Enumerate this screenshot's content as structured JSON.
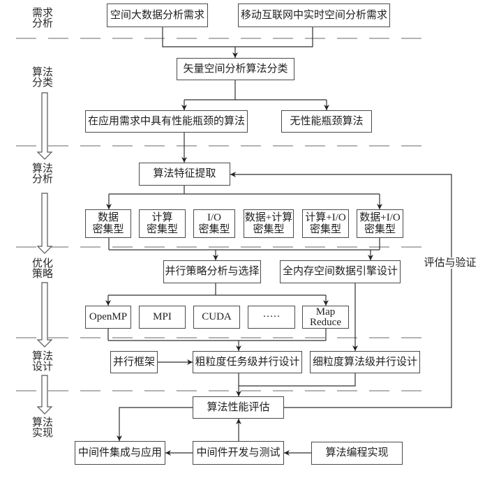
{
  "stages": [
    {
      "line1": "需求",
      "line2": "分析"
    },
    {
      "line1": "算法",
      "line2": "分类"
    },
    {
      "line1": "算法",
      "line2": "分析"
    },
    {
      "line1": "优化",
      "line2": "策略"
    },
    {
      "line1": "算法",
      "line2": "设计"
    },
    {
      "line1": "算法",
      "line2": "实现"
    }
  ],
  "requirements": {
    "spatial_big_data": "空间大数据分析需求",
    "mobile_internet": "移动互联网中实时空间分析需求"
  },
  "classification": {
    "title": "矢量空间分析算法分类",
    "bottleneck": "在应用需求中具有性能瓶颈的算法",
    "no_bottleneck": "无性能瓶颈算法"
  },
  "analysis": {
    "feature_extraction": "算法特征提取",
    "types": [
      {
        "line1": "数据",
        "line2": "密集型"
      },
      {
        "line1": "计算",
        "line2": "密集型"
      },
      {
        "line1": "I/O",
        "line2": "密集型"
      },
      {
        "line1": "数据+计算",
        "line2": "密集型"
      },
      {
        "line1": "计算+I/O",
        "line2": "密集型"
      },
      {
        "line1": "数据+I/O",
        "line2": "密集型"
      }
    ]
  },
  "optimization": {
    "parallel_strategy": "并行策略分析与选择",
    "in_memory_engine": "全内存空间数据引擎设计",
    "frameworks": [
      {
        "line1": "OpenMP"
      },
      {
        "line1": "MPI"
      },
      {
        "line1": "CUDA"
      },
      {
        "line1": "·····"
      },
      {
        "line1": "Map",
        "line2": "Reduce"
      }
    ]
  },
  "design": {
    "parallel_framework": "并行框架",
    "coarse_grained": "粗粒度任务级并行设计",
    "fine_grained": "细粒度算法级并行设计"
  },
  "implementation": {
    "performance_eval": "算法性能评估",
    "middleware_integration": "中间件集成与应用",
    "middleware_dev": "中间件开发与测试",
    "programming": "算法编程实现"
  },
  "feedback_label": "评估与验证",
  "colors": {
    "stage_divider": "#9a9a9a",
    "connector": "#2e2e2e",
    "box_border": "#4a4a4a"
  }
}
